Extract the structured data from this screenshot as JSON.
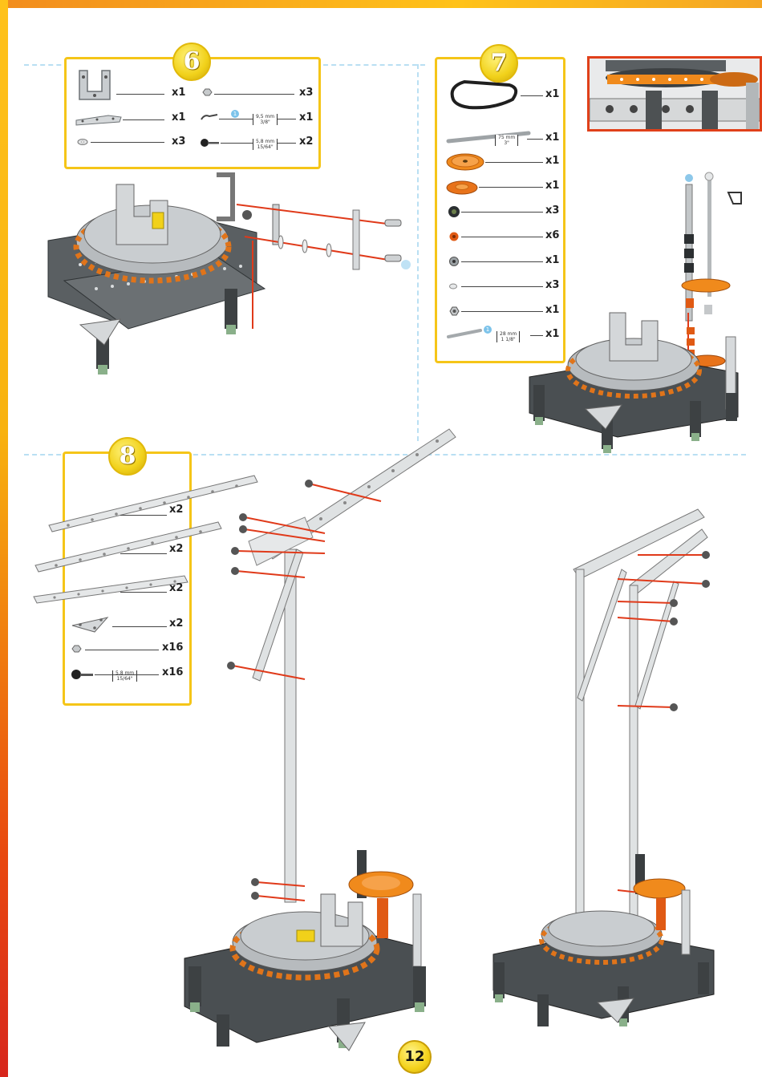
{
  "page_number": "12",
  "steps": [
    {
      "number": "6",
      "parts": [
        {
          "icon": "u-bracket",
          "qty": "x1"
        },
        {
          "icon": "flat-bracket",
          "qty": "x1"
        },
        {
          "icon": "washer",
          "qty": "x3"
        },
        {
          "icon": "nut",
          "qty": "x3"
        },
        {
          "icon": "short-screw",
          "qty": "x1",
          "measure": "9,5 mm",
          "measure_imperial": "3/8\""
        },
        {
          "icon": "screw",
          "qty": "x2",
          "measure": "5,8 mm",
          "measure_imperial": "15/64\""
        }
      ],
      "info_marker": "1"
    },
    {
      "number": "7",
      "parts": [
        {
          "icon": "drive-belt",
          "qty": "x1"
        },
        {
          "icon": "axle-rod",
          "qty": "x1",
          "measure": "75 mm",
          "measure_imperial": "3\""
        },
        {
          "icon": "large-pulley",
          "qty": "x1"
        },
        {
          "icon": "small-pulley",
          "qty": "x1"
        },
        {
          "icon": "black-collar",
          "qty": "x3"
        },
        {
          "icon": "orange-collar",
          "qty": "x6"
        },
        {
          "icon": "grey-collar",
          "qty": "x1"
        },
        {
          "icon": "spacer",
          "qty": "x3"
        },
        {
          "icon": "lock-nut",
          "qty": "x1"
        },
        {
          "icon": "short-axle",
          "qty": "x1",
          "measure": "28 mm",
          "measure_imperial": "1 1/8\""
        }
      ],
      "info_marker": "1"
    },
    {
      "number": "8",
      "parts": [
        {
          "icon": "long-strip",
          "qty": "x2"
        },
        {
          "icon": "medium-strip",
          "qty": "x2"
        },
        {
          "icon": "short-strip",
          "qty": "x2"
        },
        {
          "icon": "triangle-plate",
          "qty": "x2"
        },
        {
          "icon": "nut",
          "qty": "x16"
        },
        {
          "icon": "screw",
          "qty": "x16",
          "measure": "5,8 mm",
          "measure_imperial": "15/64\""
        }
      ]
    }
  ],
  "colors": {
    "accent_yellow": "#f5c518",
    "accent_orange": "#f08a1c",
    "fastener_red": "#e03a1a",
    "metal_grey": "#8a8f94",
    "base_dark": "#4a4f52",
    "dash_blue": "#b9dff3"
  }
}
